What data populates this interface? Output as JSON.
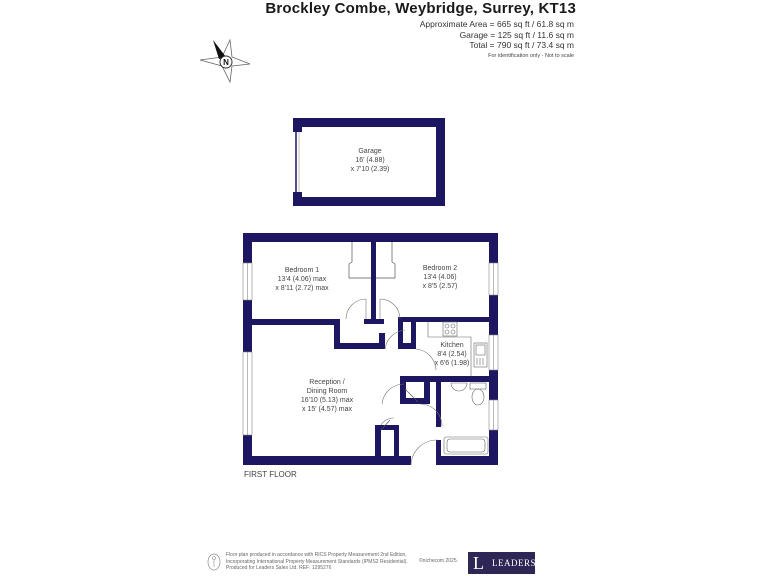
{
  "header": {
    "title": "Brockley Combe, Weybridge, Surrey, KT13",
    "approx_area": "Approximate Area = 665 sq ft / 61.8 sq m",
    "garage_area": "Garage = 125 sq ft / 11.6 sq m",
    "total_area": "Total = 790 sq ft / 73.4 sq m",
    "note": "For identification only - Not to scale"
  },
  "compass": {
    "icon": "north-arrow-icon",
    "label": "N"
  },
  "rooms": {
    "garage": {
      "name": "Garage",
      "dim1": "16' (4.88)",
      "dim2": "x 7'10 (2.39)"
    },
    "bedroom1": {
      "name": "Bedroom 1",
      "dim1": "13'4 (4.06) max",
      "dim2": "x 8'11 (2.72) max"
    },
    "bedroom2": {
      "name": "Bedroom 2",
      "dim1": "13'4 (4.06)",
      "dim2": "x 8'5 (2.57)"
    },
    "kitchen": {
      "name": "Kitchen",
      "dim1": "8'4 (2.54)",
      "dim2": "x 6'6 (1.98)"
    },
    "reception": {
      "name1": "Reception /",
      "name2": "Dining Room",
      "dim1": "16'10 (5.13) max",
      "dim2": "x 15' (4.57) max"
    }
  },
  "floor_label": "FIRST FLOOR",
  "footer": {
    "line1": "Floor plan produced in accordance with RICS Property Measurement 2nd Edition,",
    "line2": "Incorporating International Property Measurement Standards (IPMS2 Residential).",
    "line3": "Produced for Leaders Sales Ltd.   REF:  1295276",
    "copyright": "©nichecom 2025.",
    "brand_mark": "L",
    "brand_name": "LEADERS"
  },
  "colors": {
    "wall": "#1c1760",
    "brand_bg": "#2e2655"
  }
}
